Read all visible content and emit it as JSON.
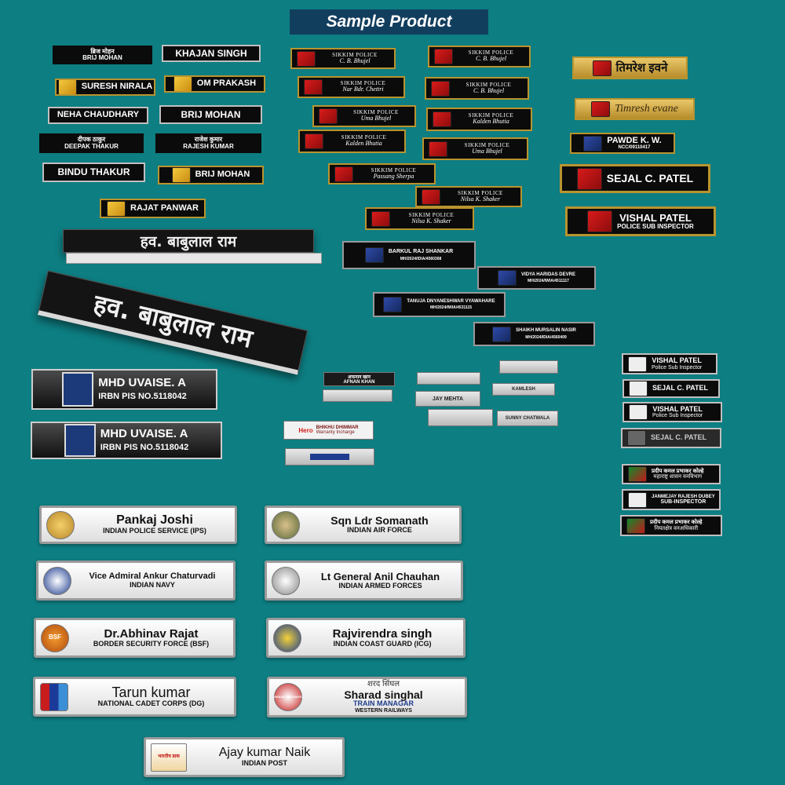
{
  "title": "Sample Product",
  "col1": {
    "brij_hindi": "ब्रिज मोहन",
    "brij_eng": "BRIJ MOHAN",
    "khajan": "KHAJAN SINGH",
    "suresh": "SURESH NIRALA",
    "om": "OM PRAKASH",
    "neha": "NEHA CHAUDHARY",
    "brij2": "BRIJ MOHAN",
    "deepak_hindi": "दीपक ठाकुर",
    "deepak_eng": "DEEPAK THAKUR",
    "rajesh_hindi": "राजेश कुमार",
    "rajesh_eng": "RAJESH KUMAR",
    "bindu": "BINDU THAKUR",
    "brij3": "BRIJ MOHAN",
    "rajat": "RAJAT PANWAR",
    "hawal1": "हव. बाबुलाल राम",
    "hawal2": "हव. बाबुलाल राम",
    "uvaise_name": "MHD UVAISE. A",
    "uvaise_irbn": "IRBN PIS NO.5118042",
    "uvaise2_name": "MHD UVAISE. A",
    "uvaise2_irbn": "IRBN PIS NO.5118042"
  },
  "sikkim": {
    "dept": "SIKKIM POLICE",
    "names": [
      "C. B. Bhujel",
      "C. B. Bhujel",
      "Nar Bdr. Chettri",
      "C. B. Bhujel",
      "Uma Bhujel",
      "Kalden Bhutia",
      "Kalden Bhutia",
      "Uma Bhujel",
      "Passang Sherpa",
      "Nilsa K. Shaker",
      "Nilsa K. Shaker"
    ]
  },
  "right_top": {
    "timresh_hindi": "तिमरेश इवने",
    "timresh_eng": "Timresh evane",
    "pawde": "PAWDE K. W.",
    "pawde_sub": "NCC/09110417",
    "sejal": "SEJAL C. PATEL",
    "vishal": "VISHAL PATEL",
    "vishal_sub": "POLICE SUB INSPECTOR"
  },
  "mh": [
    {
      "name": "BARKUL RAJ SHANKAR",
      "code": "MH/2024/IDIA/4560368"
    },
    {
      "name": "VIDYA HARIDAS DEVRE",
      "code": "MH/2024/IWIA/4511117"
    },
    {
      "name": "TANUJA DNYANESHWAR VYAWAHARE",
      "code": "MH/2024/IWIA/4531115"
    },
    {
      "name": "SHAIKH MURSALIN NASIR",
      "code": "MH/2024/IDIA/4560409"
    }
  ],
  "minis": {
    "afnan_hindi": "अफनान खान",
    "afnan": "AFNAN KHAN",
    "jay": "JAY MEHTA",
    "bhikhu": "BHIKHU DHIMMAR",
    "bhikhu_sub": "Warranty Incharge",
    "hero": "Hero",
    "kamlesh": "KAMLESH",
    "sunny": "SUNNY CHATWALA"
  },
  "right_mid": {
    "vishal": "VISHAL PATEL",
    "vishal_sub": "Police Sub Inspector",
    "sejal": "SEJAL C. PATEL",
    "vishal2": "VISHAL PATEL",
    "vishal2_sub": "Police Sub Inspector",
    "sejal2": "SEJAL C. PATEL",
    "pradeep_hindi": "प्रदीप कमल प्रभाकर कोल्हे",
    "pradeep_role": "महाराष्ट्र शासन वनविभाग",
    "janmejay": "JANMEJAY RAJESH DUBEY",
    "janmejay_sub": "SUB-INSPECTOR",
    "pradeep2_hindi": "प्रदीप कमल प्रभाकर कोल्हे",
    "pradeep2_role": "नियतक्षेत्र वनअधिकारी"
  },
  "white_plates": [
    {
      "name": "Pankaj Joshi",
      "sub": "INDIAN POLICE SERVICE (IPS)"
    },
    {
      "name": "Sqn Ldr Somanath",
      "sub": "INDIAN AIR FORCE"
    },
    {
      "name": "Vice Admiral Ankur Chaturvadi",
      "sub": "INDIAN NAVY"
    },
    {
      "name": "Lt General Anil Chauhan",
      "sub": "INDIAN ARMED FORCES"
    },
    {
      "name": "Dr.Abhinav Rajat",
      "sub": "BORDER SECURITY FORCE (BSF)",
      "logo_text": "BSF"
    },
    {
      "name": "Rajvirendra singh",
      "sub": "INDIAN COAST GUARD (ICG)"
    },
    {
      "name": "Tarun kumar",
      "sub": "NATIONAL CADET CORPS (DG)"
    },
    {
      "hindi": "शरद सिंघल",
      "name": "Sharad singhal",
      "sub2": "TRAIN MANAGAR",
      "sub": "WESTERN RAILWAYS",
      "logo_text": "INDIAN RAILWAYS"
    },
    {
      "name": "Ajay kumar Naik",
      "sub": "INDIAN POST",
      "logo_text": "भारतीय डाक"
    }
  ]
}
